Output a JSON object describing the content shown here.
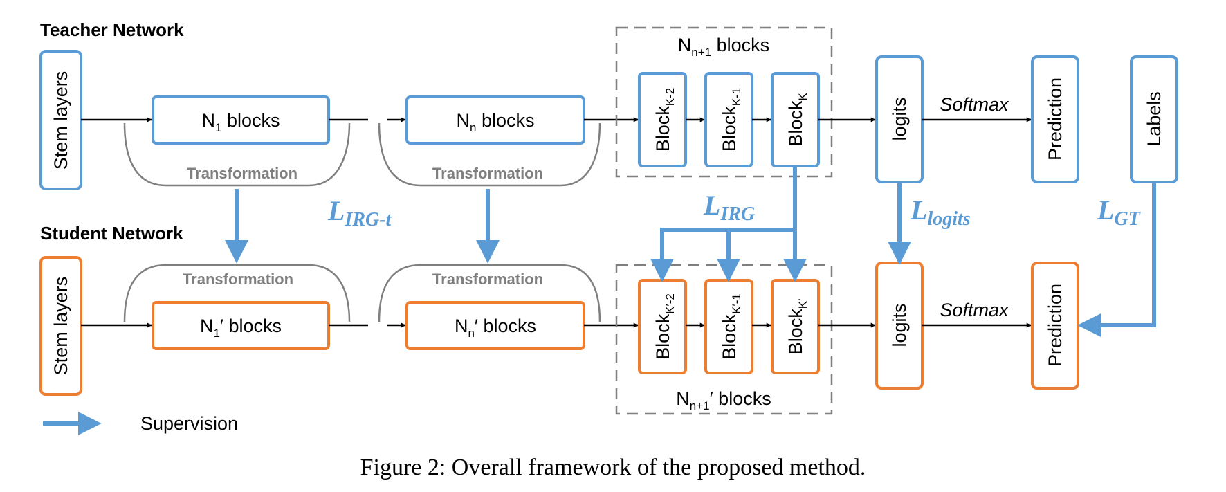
{
  "teacher_title": "Teacher Network",
  "student_title": "Student Network",
  "teacher": {
    "stem": "Stem layers",
    "n1_base": "N",
    "n1_sub": "1",
    "n1_tail": " blocks",
    "nn_base": "N",
    "nn_sub": "n",
    "nn_tail": " blocks",
    "group_base": "N",
    "group_sub": "n+1",
    "group_tail": " blocks",
    "block_base": "Block",
    "block1_sub": "K-2",
    "block2_sub": "K-1",
    "block3_sub": "K",
    "logits": "logits",
    "softmax": "Softmax",
    "prediction": "Prediction",
    "labels": "Labels"
  },
  "student": {
    "stem": "Stem layers",
    "n1_base": "N",
    "n1_sub": "1",
    "n1_tail": "′ blocks",
    "nn_base": "N",
    "nn_sub": "n",
    "nn_tail": "′ blocks",
    "group_base": "N",
    "group_sub": "n+1",
    "group_tail": "′ blocks",
    "block_base": "Block",
    "block1_sub": "K′-2",
    "block2_sub": "K′-1",
    "block3_sub": "K′",
    "logits": "logits",
    "softmax": "Softmax",
    "prediction": "Prediction"
  },
  "transformation": "Transformation",
  "losses": {
    "irg_t_base": "L",
    "irg_t_sub": "IRG-t",
    "irg_base": "L",
    "irg_sub": "IRG",
    "logits_base": "L",
    "logits_sub": "logits",
    "gt_base": "L",
    "gt_sub": "GT"
  },
  "legend": {
    "supervision": "Supervision"
  },
  "caption": "Figure 2: Overall framework of the proposed method.",
  "colors": {
    "teacher": "#5b9bd5",
    "student": "#ed7d31",
    "supervision": "#5b9bd5",
    "transformation": "#7f7f7f"
  }
}
